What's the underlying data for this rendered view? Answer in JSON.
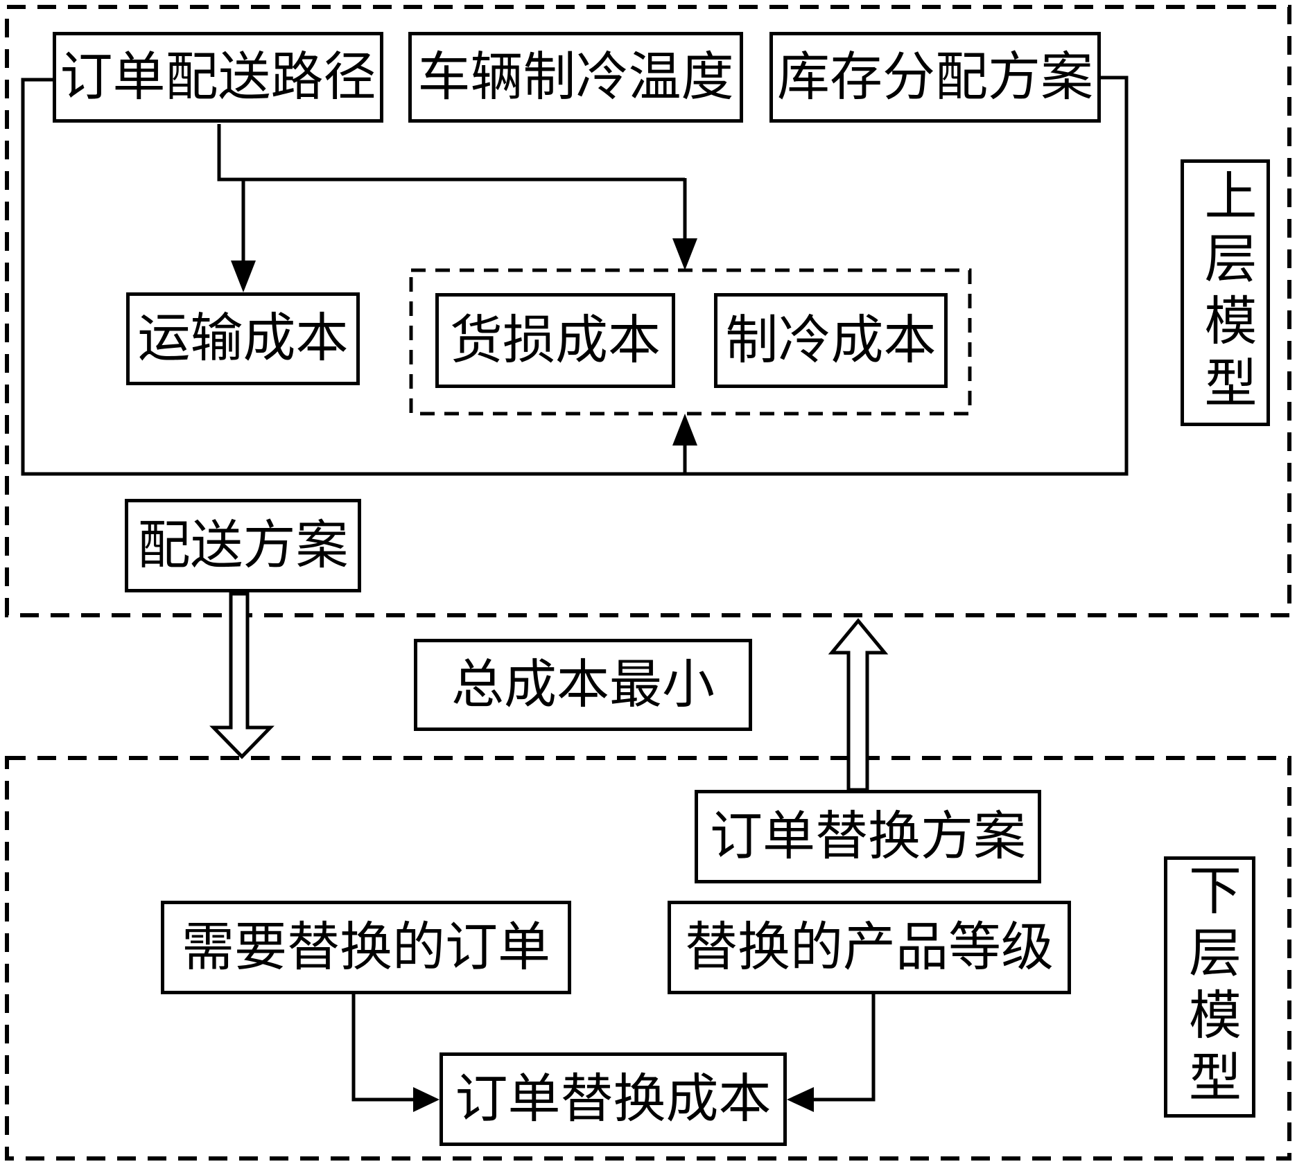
{
  "diagram": {
    "upper_section": {
      "label": "上层模型",
      "nodes": {
        "order_route": "订单配送路径",
        "vehicle_temp": "车辆制冷温度",
        "inventory_alloc": "库存分配方案",
        "transport_cost": "运输成本",
        "damage_cost": "货损成本",
        "refrig_cost": "制冷成本",
        "delivery_plan": "配送方案"
      }
    },
    "middle": {
      "objective": "总成本最小"
    },
    "lower_section": {
      "label": "下层模型",
      "nodes": {
        "replace_plan": "订单替换方案",
        "orders_to_replace": "需要替换的订单",
        "product_grade": "替换的产品等级",
        "replace_cost": "订单替换成本"
      }
    },
    "colors": {
      "line": "#000000",
      "background": "#ffffff"
    }
  }
}
